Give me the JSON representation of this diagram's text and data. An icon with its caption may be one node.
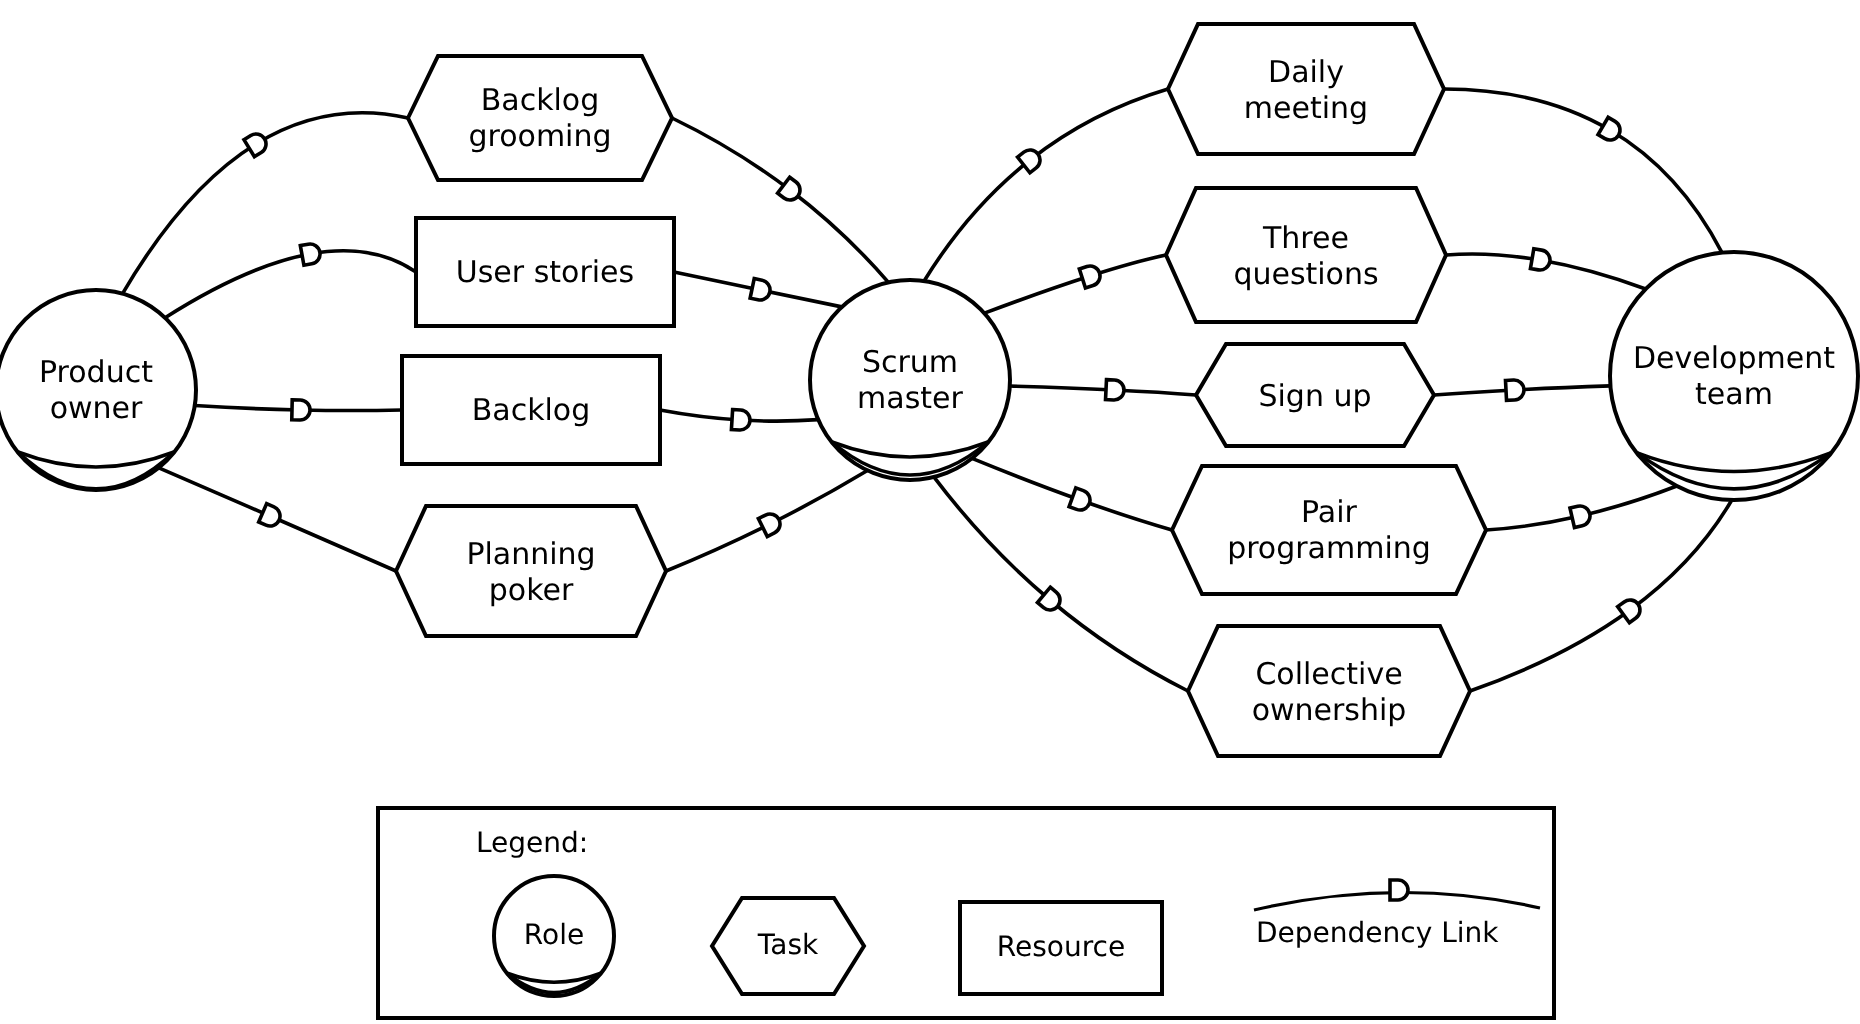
{
  "diagram": {
    "nodes": [
      {
        "text": [
          "Product owner"
        ]
      },
      {
        "text": [
          "Backlog grooming"
        ]
      },
      {
        "text": [
          "User stories"
        ]
      },
      {
        "text": [
          "Backlog"
        ]
      },
      {
        "text": [
          "Planning poker"
        ]
      },
      {
        "text": [
          "Scrum master"
        ]
      },
      {
        "text": [
          "Daily meeting"
        ]
      },
      {
        "text": [
          "Three questions"
        ]
      },
      {
        "text": [
          "Sign up"
        ]
      },
      {
        "text": [
          "Pair programming"
        ]
      },
      {
        "text": [
          "Collective ownership"
        ]
      },
      {
        "text": [
          "Development team"
        ]
      }
    ],
    "edges": [
      {
        "from": 0,
        "to": 1,
        "arrow": "none"
      },
      {
        "from": 1,
        "to": 5,
        "arrow": "none"
      },
      {
        "from": 0,
        "to": 2,
        "arrow": "none"
      },
      {
        "from": 2,
        "to": 5,
        "arrow": "none"
      },
      {
        "from": 0,
        "to": 3,
        "arrow": "none"
      },
      {
        "from": 3,
        "to": 5,
        "arrow": "none"
      },
      {
        "from": 0,
        "to": 4,
        "arrow": "none"
      },
      {
        "from": 4,
        "to": 5,
        "arrow": "none"
      },
      {
        "from": 5,
        "to": 6,
        "arrow": "none"
      },
      {
        "from": 6,
        "to": 11,
        "arrow": "none"
      },
      {
        "from": 5,
        "to": 7,
        "arrow": "none"
      },
      {
        "from": 7,
        "to": 11,
        "arrow": "none"
      },
      {
        "from": 5,
        "to": 8,
        "arrow": "none"
      },
      {
        "from": 8,
        "to": 11,
        "arrow": "none"
      },
      {
        "from": 5,
        "to": 9,
        "arrow": "none"
      },
      {
        "from": 9,
        "to": 11,
        "arrow": "none"
      },
      {
        "from": 5,
        "to": 10,
        "arrow": "none"
      },
      {
        "from": 10,
        "to": 11,
        "arrow": "none"
      }
    ],
    "labels": [
      "Legend:"
    ],
    "legend": [
      {
        "text": "Role"
      },
      {
        "text": "Task"
      },
      {
        "text": "Resource"
      },
      {
        "text": "Dependency Link"
      }
    ]
  }
}
